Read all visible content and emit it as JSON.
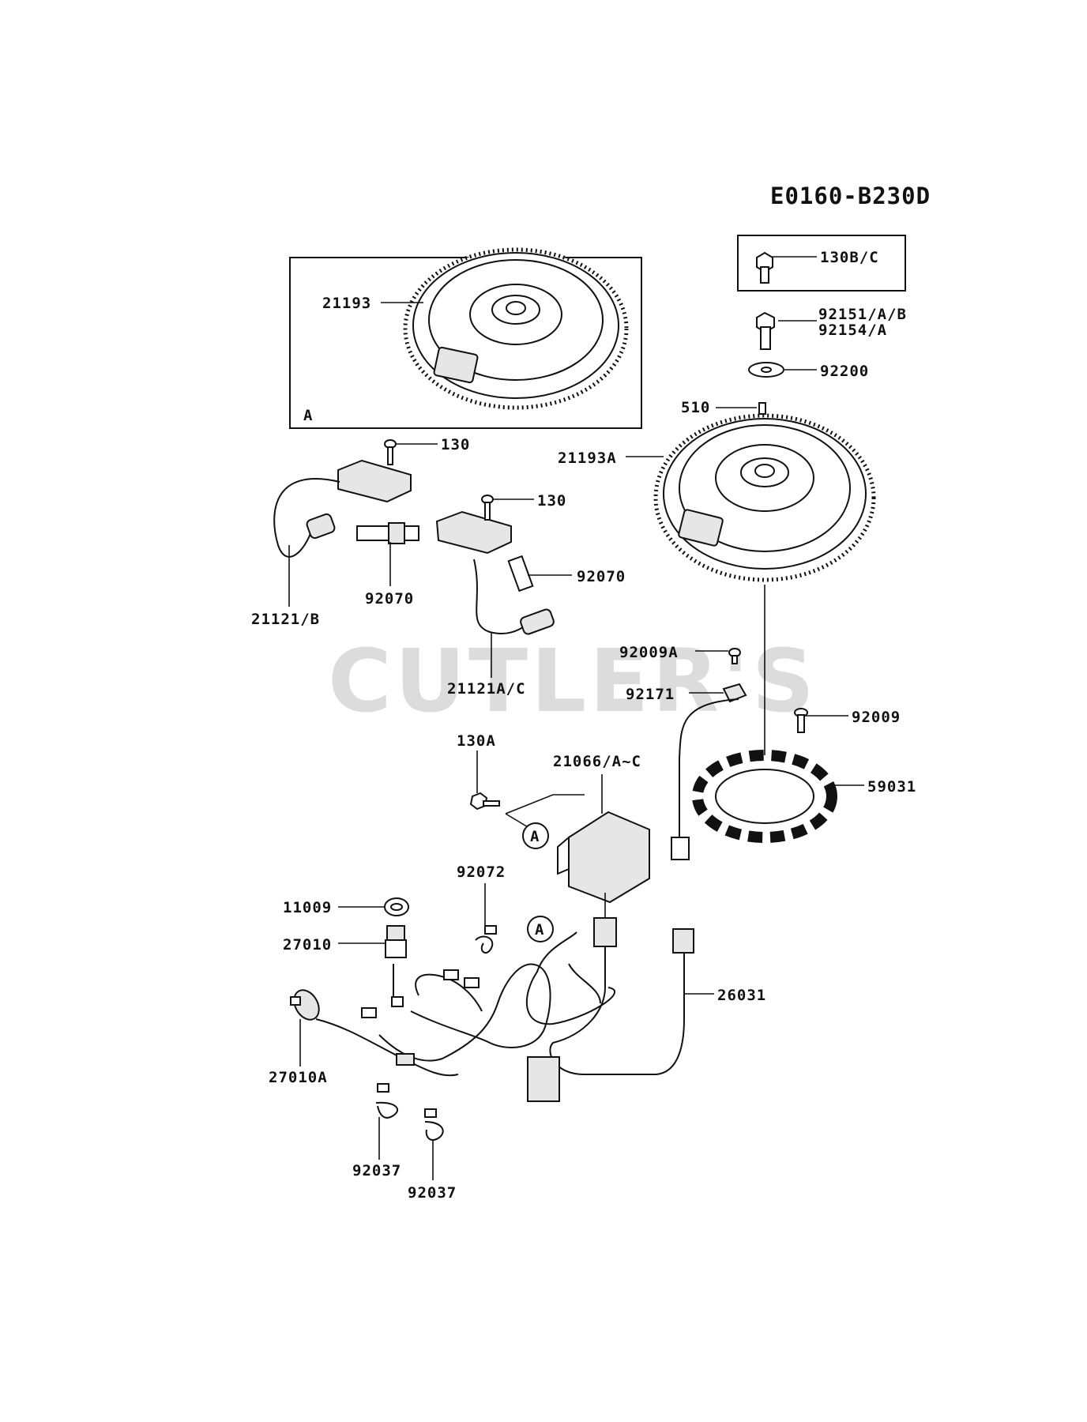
{
  "diagram_code": "E0160-B230D",
  "watermark": "CUTLER'S",
  "callout_marker": "A",
  "inset_label": "A",
  "labels": {
    "l_21193": "21193",
    "l_130bc": "130B/C",
    "l_92151": "92151/A/B",
    "l_92154": "92154/A",
    "l_92200": "92200",
    "l_510": "510",
    "l_21193a": "21193A",
    "l_130_top": "130",
    "l_130_mid": "130",
    "l_92070_left": "92070",
    "l_92070_right": "92070",
    "l_21121b": "21121/B",
    "l_21121ac": "21121A/C",
    "l_92009a": "92009A",
    "l_92171": "92171",
    "l_92009": "92009",
    "l_130a": "130A",
    "l_21066": "21066/A~C",
    "l_59031": "59031",
    "l_92072": "92072",
    "l_11009": "11009",
    "l_27010": "27010",
    "l_26031": "26031",
    "l_27010a": "27010A",
    "l_92037_a": "92037",
    "l_92037_b": "92037"
  }
}
